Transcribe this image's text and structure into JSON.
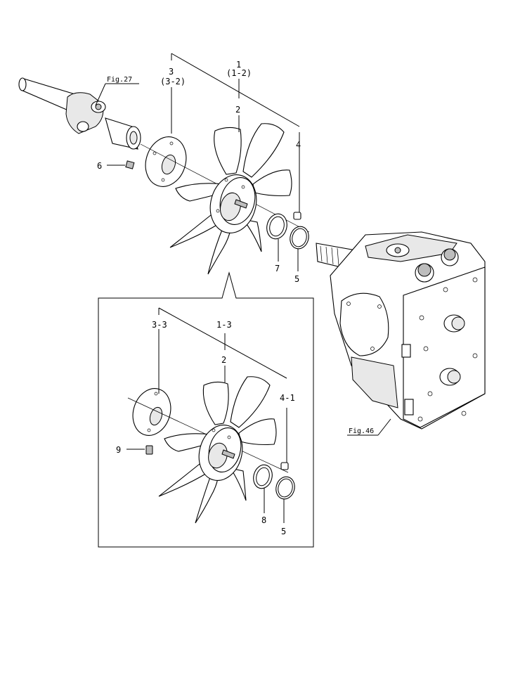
{
  "labels": {
    "fig27": "Fig.27",
    "fig46": "Fig.46",
    "c1": "1",
    "c1_2": "(1-2)",
    "c3": "3",
    "c3_2": "(3-2)",
    "c2_top": "2",
    "c4": "4",
    "c6": "6",
    "c7": "7",
    "c5_top": "5",
    "c3_3": "3-3",
    "c1_3": "1-3",
    "c2_box": "2",
    "c4_1": "4-1",
    "c9": "9",
    "c8": "8",
    "c5_box": "5"
  }
}
